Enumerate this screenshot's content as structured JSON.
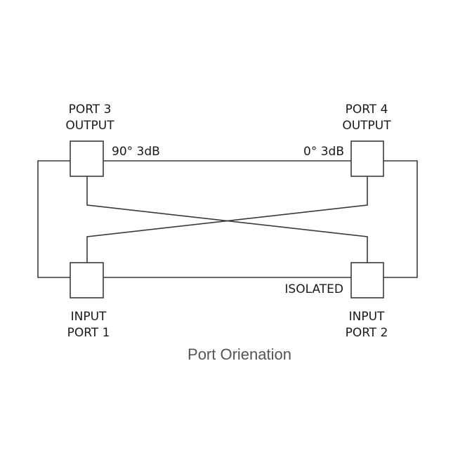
{
  "diagram": {
    "ports": {
      "port3": {
        "line1": "PORT 3",
        "line2": "OUTPUT",
        "signal": "90° 3dB"
      },
      "port4": {
        "line1": "PORT 4",
        "line2": "OUTPUT",
        "signal": "0° 3dB"
      },
      "port1": {
        "line1": "INPUT",
        "line2": "PORT 1"
      },
      "port2": {
        "line1": "INPUT",
        "line2": "PORT 2",
        "signal": "ISOLATED"
      }
    },
    "caption": "Port Orienation",
    "line_color": "#3a3a3a",
    "caption_color": "#555555"
  }
}
